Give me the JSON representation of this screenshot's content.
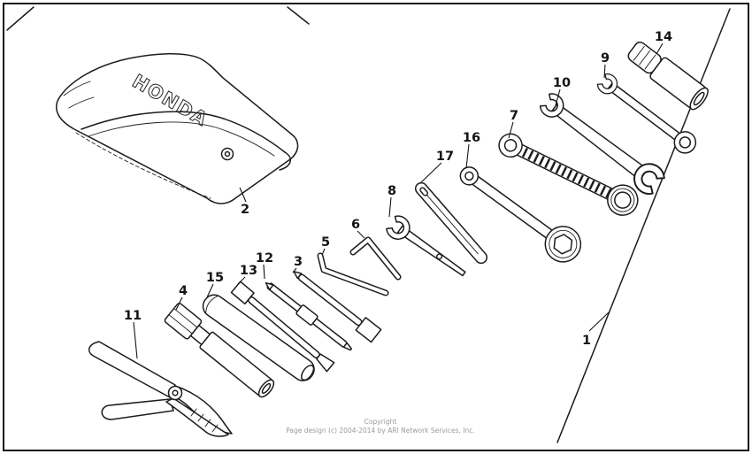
{
  "diagram": {
    "background": "#ffffff",
    "line_color": "#1c1c1c",
    "description": "Honda tool kit exploded parts diagram"
  },
  "brand": {
    "bag_text": "HONDA"
  },
  "callouts": [
    {
      "number": "1",
      "part": "tool-kit-boundary-line"
    },
    {
      "number": "2",
      "part": "tool-bag"
    },
    {
      "number": "3",
      "part": "screwdriver-bit"
    },
    {
      "number": "4",
      "part": "spark-plug-wrench"
    },
    {
      "number": "5",
      "part": "hex-key-small"
    },
    {
      "number": "6",
      "part": "hex-key-large"
    },
    {
      "number": "7",
      "part": "box-end-wrench"
    },
    {
      "number": "8",
      "part": "thin-open-end-wrench"
    },
    {
      "number": "9",
      "part": "open-end-wrench-small"
    },
    {
      "number": "10",
      "part": "double-open-end-wrench"
    },
    {
      "number": "11",
      "part": "pliers"
    },
    {
      "number": "12",
      "part": "double-end-screwdriver-bit"
    },
    {
      "number": "13",
      "part": "screwdriver-blade"
    },
    {
      "number": "14",
      "part": "spark-plug-socket"
    },
    {
      "number": "15",
      "part": "tool-tube"
    },
    {
      "number": "16",
      "part": "ring-wrench-long"
    },
    {
      "number": "17",
      "part": "handle-bar"
    }
  ],
  "footer": {
    "line1": "Copyright",
    "line2": "Page design (c) 2004-2014 by ARI Network Services, Inc."
  }
}
